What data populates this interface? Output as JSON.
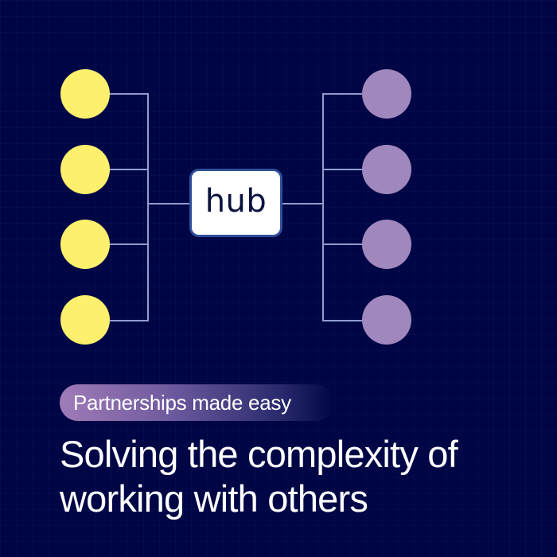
{
  "colors": {
    "background": "#000645",
    "left_nodes": "#fdf06c",
    "right_nodes": "#a087bd",
    "connector_lines": "#8e9dd0",
    "hub_border": "#2f4f9a",
    "hub_fill": "#ffffff",
    "hub_text": "#0b1140"
  },
  "diagram": {
    "hub_label": "hub",
    "left_nodes": [
      {
        "id": "left-1"
      },
      {
        "id": "left-2"
      },
      {
        "id": "left-3"
      },
      {
        "id": "left-4"
      }
    ],
    "right_nodes": [
      {
        "id": "right-1"
      },
      {
        "id": "right-2"
      },
      {
        "id": "right-3"
      },
      {
        "id": "right-4"
      }
    ]
  },
  "tagline": "Partnerships made easy",
  "headline": {
    "line1": "Solving the complexity of",
    "line2": "working with others"
  }
}
